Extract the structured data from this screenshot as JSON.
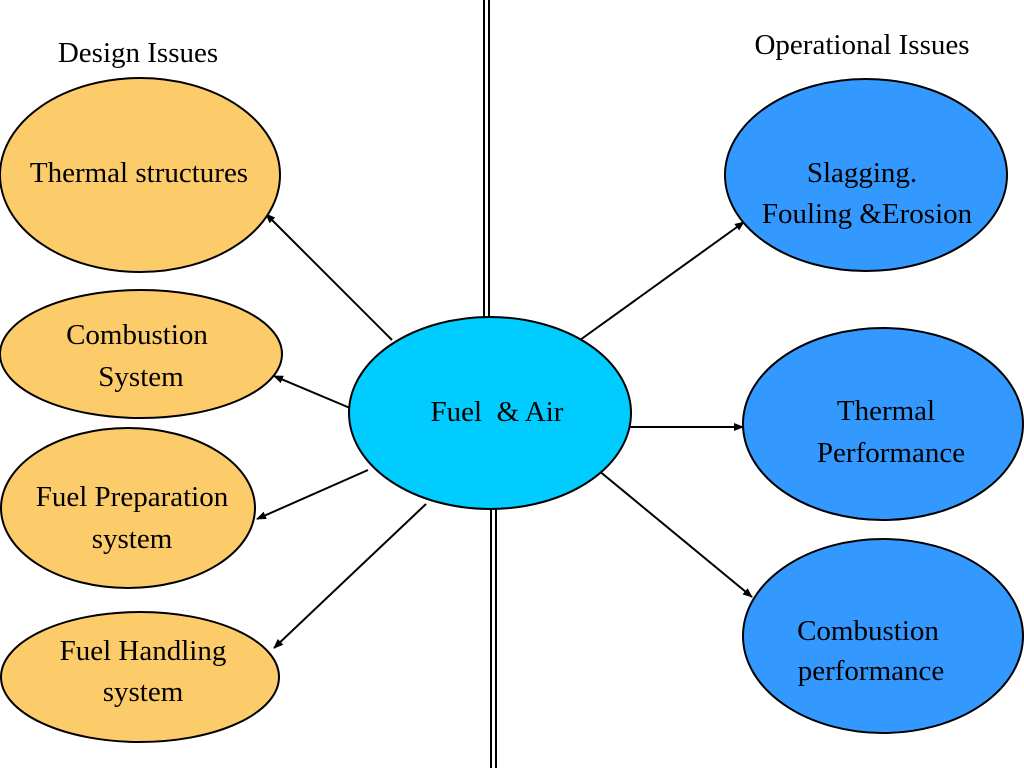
{
  "headings": {
    "design": "Design Issues",
    "operational": "Operational Issues"
  },
  "center": {
    "line1": "Fuel  & Air"
  },
  "design_nodes": [
    {
      "line1": "Thermal structures",
      "line2": ""
    },
    {
      "line1": "Combustion",
      "line2": "System"
    },
    {
      "line1": "Fuel Preparation",
      "line2": "system"
    },
    {
      "line1": "Fuel Handling",
      "line2": "system"
    }
  ],
  "operational_nodes": [
    {
      "line1": "Slagging.",
      "line2": "Fouling &Erosion"
    },
    {
      "line1": "Thermal",
      "line2": "Performance"
    },
    {
      "line1": "Combustion",
      "line2": "performance"
    }
  ],
  "colors": {
    "design_fill": "#FCCB6A",
    "operational_fill": "#3399FF",
    "center_fill": "#00CCFF",
    "stroke": "#000000"
  }
}
